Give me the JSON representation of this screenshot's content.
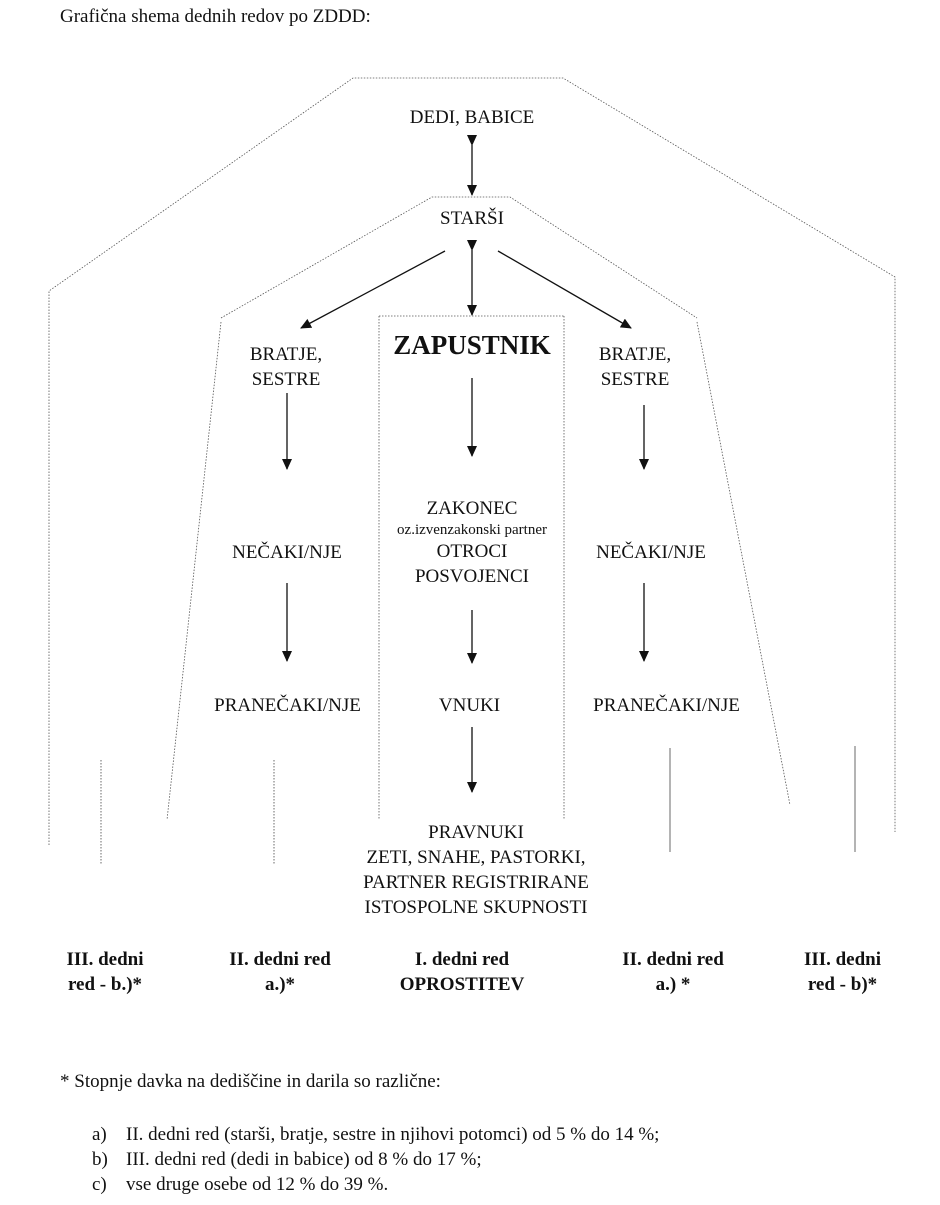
{
  "title": "Grafična shema dednih redov po ZDDD:",
  "nodes": {
    "grandparents": "DEDI, BABICE",
    "parents": "STARŠI",
    "decedent": "ZAPUSTNIK",
    "siblings_left": [
      "BRATJE,",
      "SESTRE"
    ],
    "siblings_right": [
      "BRATJE,",
      "SESTRE"
    ],
    "spouse": "ZAKONEC",
    "spouse_note": "oz.izvenzakonski partner",
    "children": "OTROCI",
    "adopted": "POSVOJENCI",
    "nephews_left": "NEČAKI/NJE",
    "nephews_right": "NEČAKI/NJE",
    "grandnephews_left": "PRANEČAKI/NJE",
    "grandnephews_right": "PRANEČAKI/NJE",
    "grandchildren": "VNUKI",
    "bottom_group": [
      "PRAVNUKI",
      "ZETI, SNAHE, PASTORKI,",
      "PARTNER REGISTRIRANE",
      "ISTOSPOLNE SKUPNOSTI"
    ]
  },
  "ranks": {
    "third_left": [
      "III. dedni",
      "red - b.)*"
    ],
    "second_left": [
      "II. dedni red",
      "a.)*"
    ],
    "first": [
      "I. dedni red",
      "OPROSTITEV"
    ],
    "second_right": [
      "II. dedni red",
      "a.) *"
    ],
    "third_right": [
      "III. dedni",
      "red  - b)*"
    ]
  },
  "footnote": "* Stopnje davka na dediščine in darila so različne:",
  "notes": [
    {
      "marker": "a)",
      "text": "II. dedni red (starši, bratje, sestre in njihovi potomci) od 5 % do 14 %;"
    },
    {
      "marker": "b)",
      "text": "III. dedni red (dedi in babice) od 8 % do 17 %;"
    },
    {
      "marker": "c)",
      "text": "vse druge osebe od 12 % do 39 %."
    }
  ]
}
